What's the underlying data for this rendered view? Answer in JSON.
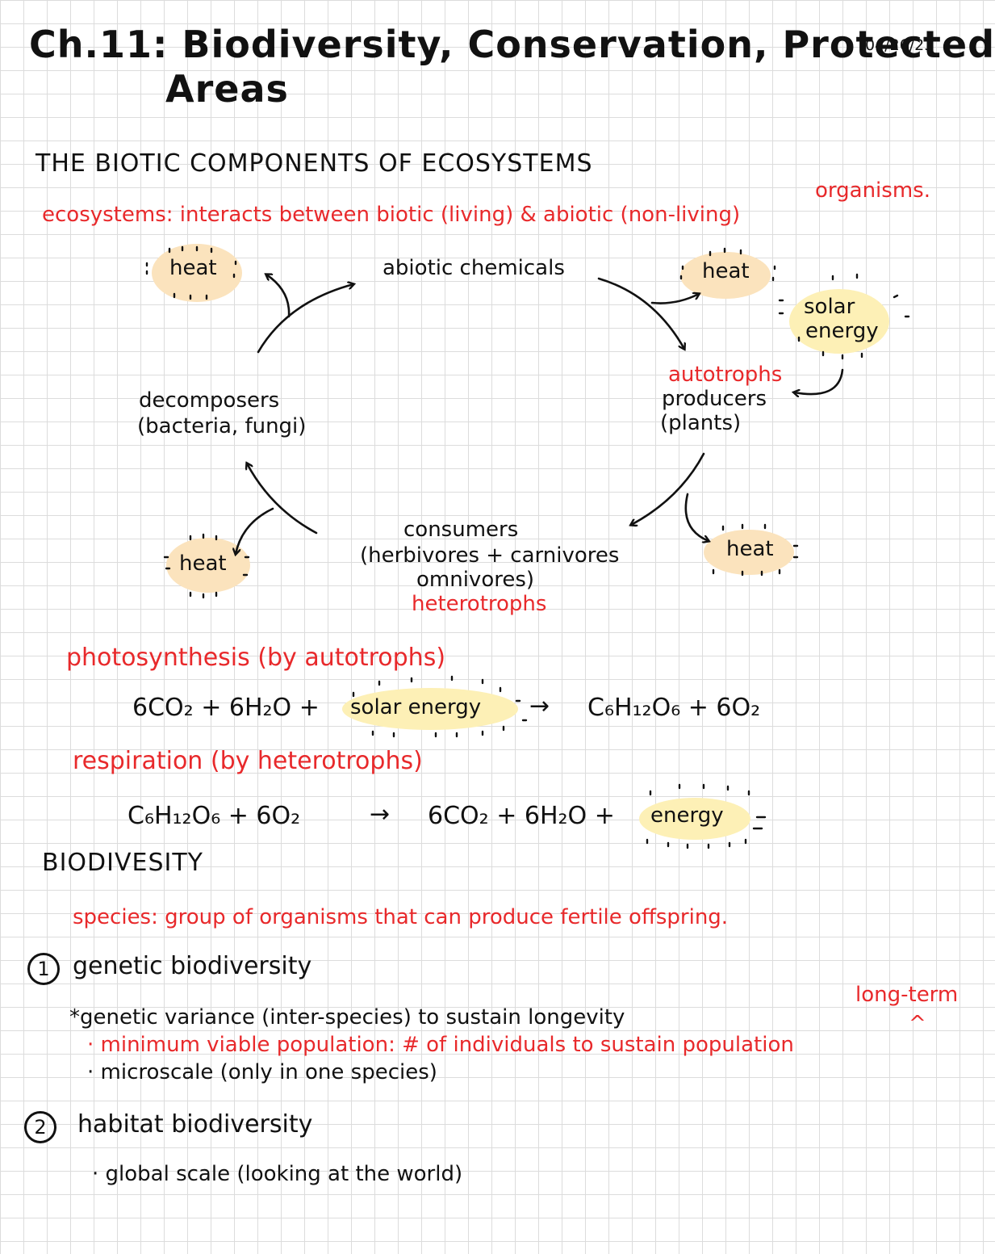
{
  "header": {
    "title_line1": "Ch.11: Biodiversity, Conservation, Protected",
    "title_line2": "Areas",
    "date": "04/26/23"
  },
  "section1": {
    "heading": "THE BIOTIC COMPONENTS OF ECOSYSTEMS",
    "side_note": "organisms.",
    "definition": "ecosystems: interacts between biotic (living) & abiotic (non-living)"
  },
  "cycle": {
    "abiotic": "abiotic chemicals",
    "solar_energy_line1": "solar",
    "solar_energy_line2": "energy",
    "autotrophs": "autotrophs",
    "producers_line1": "producers",
    "producers_line2": "(plants)",
    "decomposers_line1": "decomposers",
    "decomposers_line2": "(bacteria, fungi)",
    "consumers_line1": "consumers",
    "consumers_line2": "(herbivores + carnivores",
    "consumers_line3": "omnivores)",
    "heterotrophs": "heterotrophs",
    "heat": "heat",
    "highlight_color": "#fbe3bd",
    "ink_red": "#e8292b"
  },
  "equations": {
    "photosynthesis_label": "photosynthesis (by autotrophs)",
    "photosynthesis_left": "6CO₂ + 6H₂O +",
    "photosynthesis_energy": "solar energy",
    "photosynthesis_right": "C₆H₁₂O₆ + 6O₂",
    "respiration_label": "respiration (by heterotrophs)",
    "respiration_left": "C₆H₁₂O₆ + 6O₂",
    "respiration_right": "6CO₂ + 6H₂O +",
    "respiration_energy": "energy",
    "arrow": "→"
  },
  "biodiversity": {
    "heading": "BIODIVESITY",
    "species_def": "species: group of organisms that can produce fertile offspring.",
    "item1_number": "1",
    "item1_title": "genetic biodiversity",
    "item1_note": "long-term",
    "item1_caret": "^",
    "item1_star": "*genetic variance (inter-species) to sustain longevity",
    "item1_bullet1": "· minimum viable population: # of individuals to sustain population",
    "item1_bullet2": "· microscale (only in one species)",
    "item2_number": "2",
    "item2_title": "habitat biodiversity",
    "item2_bullet1": "· global scale (looking at the world)"
  }
}
